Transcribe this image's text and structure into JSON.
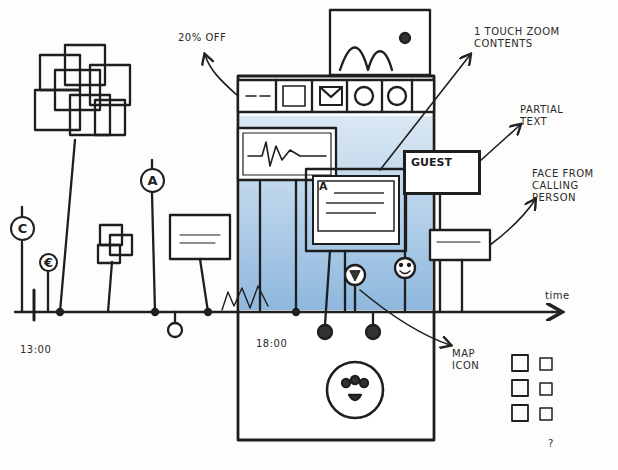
{
  "diagram": {
    "nodes": [
      {
        "text": [
          "C"
        ]
      },
      {
        "text": [
          "€"
        ]
      },
      {
        "text": [
          "A"
        ]
      },
      {
        "text": [
          "A"
        ]
      },
      {
        "text": [
          "GUEST"
        ]
      }
    ],
    "labels": [
      "20% OFF",
      "1 TOUCH ZOOM CONTENTS",
      "PARTIAL TEXT",
      "FACE FROM CALLING PERSON",
      "time",
      "MAP ICON",
      "13:00",
      "18:00",
      "?"
    ]
  }
}
